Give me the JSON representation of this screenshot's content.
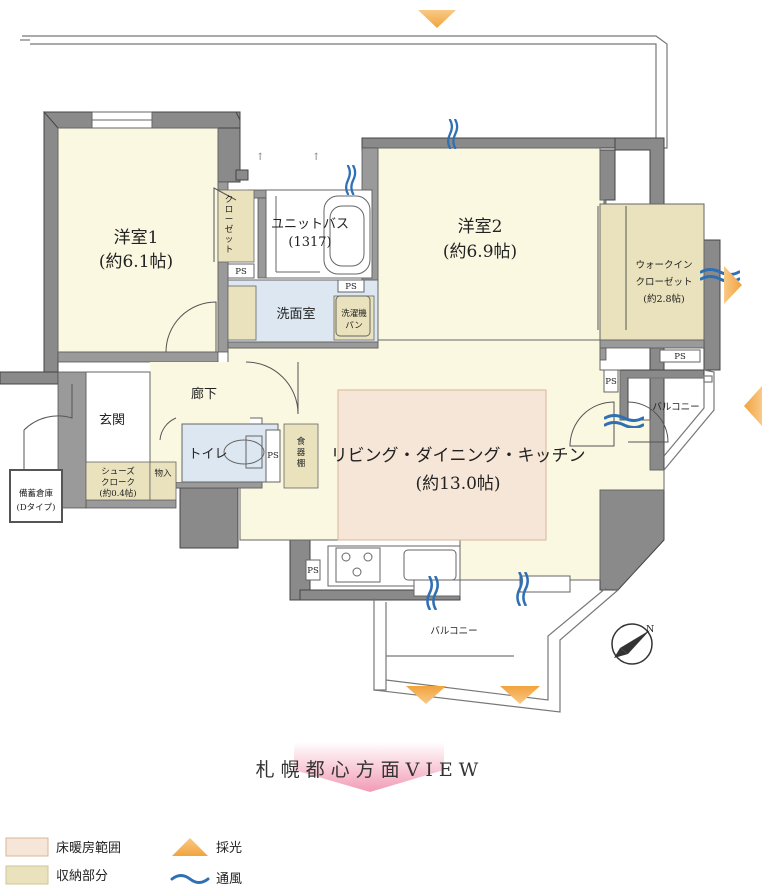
{
  "rooms": {
    "western1_name": "洋室1",
    "western1_size": "(約6.1帖)",
    "western2_name": "洋室2",
    "western2_size": "(約6.9帖)",
    "ldk_name": "リビング・ダイニング・キッチン",
    "ldk_size": "(約13.0帖)",
    "unit_bath_name": "ユニットバス",
    "unit_bath_size": "(1317)",
    "washroom": "洗面室",
    "toilet": "トイレ",
    "hallway": "廊下",
    "entrance": "玄関",
    "walkin_l1": "ウォークイン",
    "walkin_l2": "クローゼット",
    "walkin_size": "(約2.8帖)",
    "closet_v": [
      "ク",
      "ロ",
      "ー",
      "ゼ",
      "ッ",
      "ト"
    ],
    "shoes_l1": "シューズ",
    "shoes_l2": "クローク",
    "shoes_size": "(約0.4帖)",
    "storage": "物入",
    "pantry_v": [
      "食",
      "器",
      "棚"
    ],
    "washer_l1": "洗濯機",
    "washer_l2": "パン",
    "stockpile_l1": "備蓄倉庫",
    "stockpile_l2": "(Dタイプ)",
    "balcony_south": "バルコニー",
    "balcony_east": "バルコニー",
    "ps": "PS",
    "compass_n": "N"
  },
  "view_label": "札幌都心方面VIEW",
  "legend": [
    {
      "label": "床暖房範囲",
      "color": "#f6e6d8"
    },
    {
      "label": "収納部分",
      "color": "#e9e2bd"
    },
    {
      "label": "採光",
      "icon": "light-arrow-icon"
    },
    {
      "label": "通風",
      "icon": "wind-icon"
    }
  ],
  "colors": {
    "wall": "#8a8a8a",
    "wall_dark": "#5a5a5a",
    "floor": "#fbf8e2",
    "storage": "#e9e2bd",
    "floor_heating": "#f6e6d8",
    "wet_area": "#dce7f1",
    "light_arrow": "#f4b25a",
    "wind": "#2f6fb4"
  }
}
